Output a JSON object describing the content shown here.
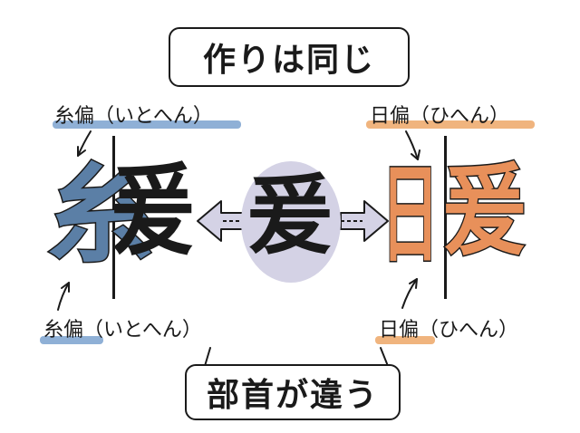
{
  "top_bubble": {
    "text": "作りは同じ"
  },
  "bottom_bubble": {
    "text": "部首が違う"
  },
  "left": {
    "top_label": "糸偏（いとへん）",
    "bottom_label": "糸偏（いとへん）",
    "radical": "糸",
    "body": "爰"
  },
  "right": {
    "top_label": "日偏（ひへん）",
    "bottom_label": "日偏（ひへん）",
    "radical": "日",
    "body": "爰"
  },
  "center": {
    "char": "爰"
  },
  "colors": {
    "blue_highlight": "#8fb0d6",
    "orange_highlight": "#f0b47e",
    "center_circle": "#d4d2e5",
    "blue_fill": "#5b7fa6",
    "orange_fill": "#e8905a"
  }
}
